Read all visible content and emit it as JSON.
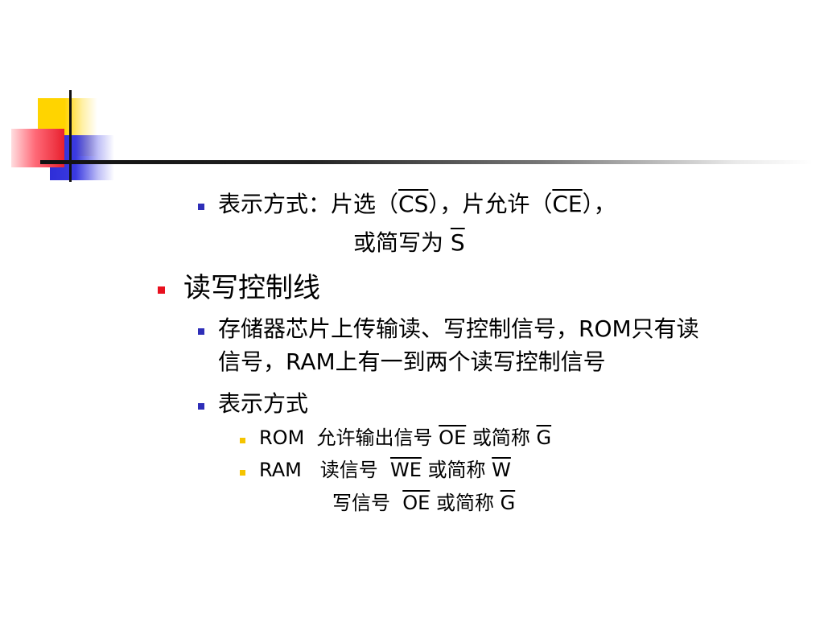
{
  "slide": {
    "lines": {
      "l1": {
        "prefix": "表示方式：片选（",
        "sig1": "CS",
        "middle": "），片允许（",
        "sig2": "CE",
        "suffix": "），"
      },
      "l2": {
        "prefix": "或简写为 ",
        "sig": "S"
      },
      "l3": {
        "text": "读写控制线"
      },
      "l4": {
        "text": "存储器芯片上传输读、写控制信号，ROM只有读"
      },
      "l5": {
        "text": "信号，RAM上有一到两个读写控制信号"
      },
      "l6": {
        "text": "表示方式"
      },
      "l7": {
        "prefix": "ROM  允许输出信号 ",
        "sig1": "OE",
        "middle": " 或简称 ",
        "sig2": "G"
      },
      "l8": {
        "prefix": "RAM   读信号  ",
        "sig1": "WE",
        "middle": " 或简称 ",
        "sig2": "W"
      },
      "l9": {
        "prefix": "写信号  ",
        "sig1": "OE",
        "middle": " 或简称 ",
        "sig2": "G"
      }
    }
  },
  "colors": {
    "bullet_level1": "#e8101e",
    "bullet_level2": "#2e2eb8",
    "bullet_level3": "#f5c400",
    "accent_yellow": "#ffd400",
    "accent_blue": "#2e2ed8",
    "accent_red": "#e8202e"
  }
}
